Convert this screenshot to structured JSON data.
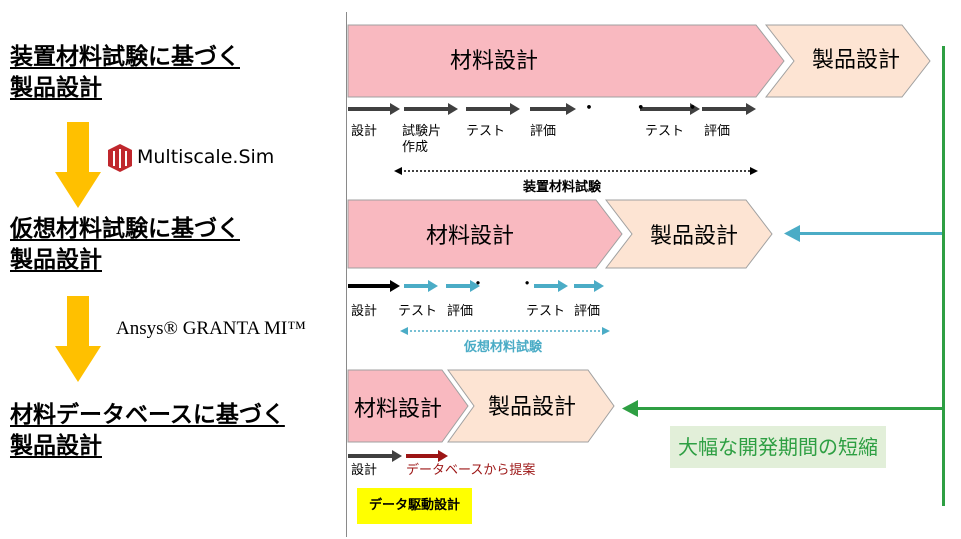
{
  "stages": [
    {
      "title_line1": "装置材料試験に基づく",
      "title_line2": "製品設計"
    },
    {
      "title_line1": "仮想材料試験に基づく",
      "title_line2": "製品設計"
    },
    {
      "title_line1": "材料データベースに基づく",
      "title_line2": "製品設計"
    }
  ],
  "tools": {
    "multiscale": "Multiscale.Sim",
    "granta": "Ansys® GRANTA MI™"
  },
  "rows": [
    {
      "material_design": "材料設計",
      "product_design": "製品設計",
      "steps": [
        "設計",
        "試験片\n作成",
        "テスト",
        "評価",
        "テスト",
        "評価"
      ],
      "dots": "・ ・ ・",
      "span_label": "装置材料試験"
    },
    {
      "material_design": "材料設計",
      "product_design": "製品設計",
      "steps": [
        "設計",
        "テスト",
        "評価",
        "テスト",
        "評価"
      ],
      "dots": "・ ・",
      "span_label": "仮想材料試験"
    },
    {
      "material_design": "材料設計",
      "product_design": "製品設計",
      "steps": [
        "設計",
        "データベースから提案"
      ],
      "highlight": "データ駆動設計"
    }
  ],
  "summary": "大幅な開発期間の短縮",
  "colors": {
    "material_fill": "#f9b9c0",
    "product_fill": "#fde4d3",
    "shape_stroke": "#a0a0a0",
    "down_arrow": "#ffc000",
    "green": "#2e9f43",
    "virtual_blue": "#4bacc6",
    "db_red": "#9c1515",
    "step_gray": "#404040"
  }
}
